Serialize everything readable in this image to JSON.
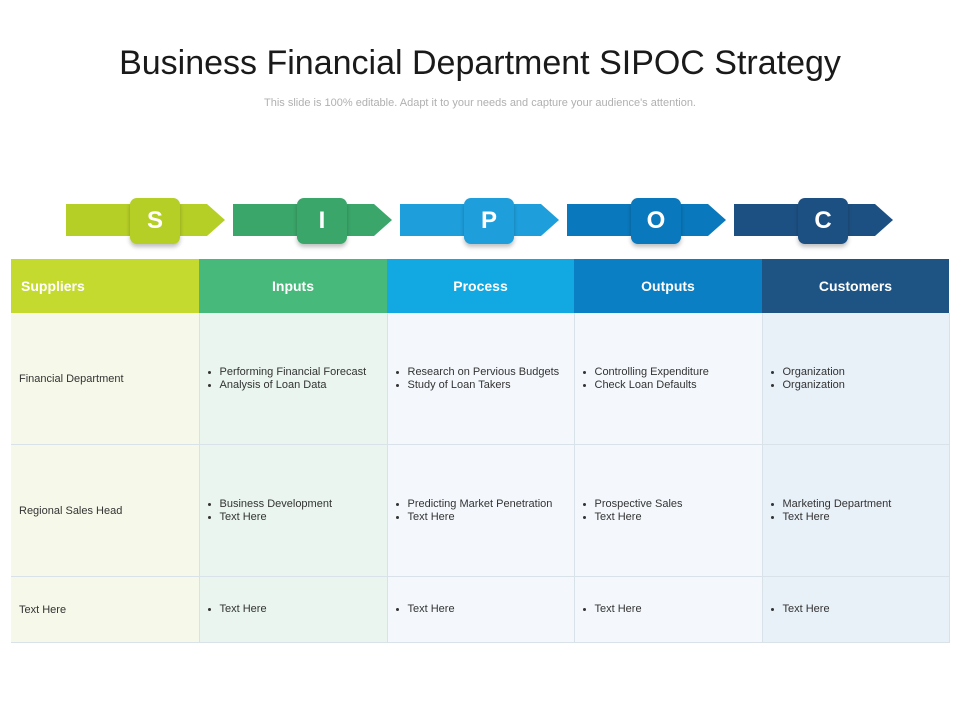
{
  "title": "Business Financial Department SIPOC Strategy",
  "subtitle": "This slide is 100% editable. Adapt it to your needs and capture your audience's attention.",
  "stages": [
    {
      "letter": "S",
      "header": "Suppliers",
      "color": "#b6cf26",
      "header_color": "#c5da2e",
      "cell_color": "#f6f9ea"
    },
    {
      "letter": "I",
      "header": "Inputs",
      "color": "#3aa66a",
      "header_color": "#47b97a",
      "cell_color": "#e9f5ee"
    },
    {
      "letter": "P",
      "header": "Process",
      "color": "#1e9fdc",
      "header_color": "#12a9e2",
      "cell_color": "#f4f8fc"
    },
    {
      "letter": "O",
      "header": "Outputs",
      "color": "#0a78bc",
      "header_color": "#0a7fc4",
      "cell_color": "#f4f8fc"
    },
    {
      "letter": "C",
      "header": "Customers",
      "color": "#1d5082",
      "header_color": "#1e5483",
      "cell_color": "#e8f0f8"
    }
  ],
  "rows": [
    {
      "supplier": "Financial Department",
      "inputs": [
        "Performing Financial Forecast",
        "Analysis of Loan Data"
      ],
      "process": [
        "Research on Pervious Budgets",
        "Study of Loan Takers"
      ],
      "outputs": [
        "Controlling Expenditure",
        "Check Loan Defaults"
      ],
      "customers": [
        "Organization",
        "Organization"
      ]
    },
    {
      "supplier": "Regional Sales Head",
      "inputs": [
        "Business Development",
        "Text Here"
      ],
      "process": [
        "Predicting Market Penetration",
        "Text Here"
      ],
      "outputs": [
        "Prospective Sales",
        "Text Here"
      ],
      "customers": [
        "Marketing Department",
        "Text Here"
      ]
    },
    {
      "supplier": "Text Here",
      "inputs": [
        "Text Here"
      ],
      "process": [
        "Text Here"
      ],
      "outputs": [
        "Text Here"
      ],
      "customers": [
        "Text Here"
      ]
    }
  ]
}
